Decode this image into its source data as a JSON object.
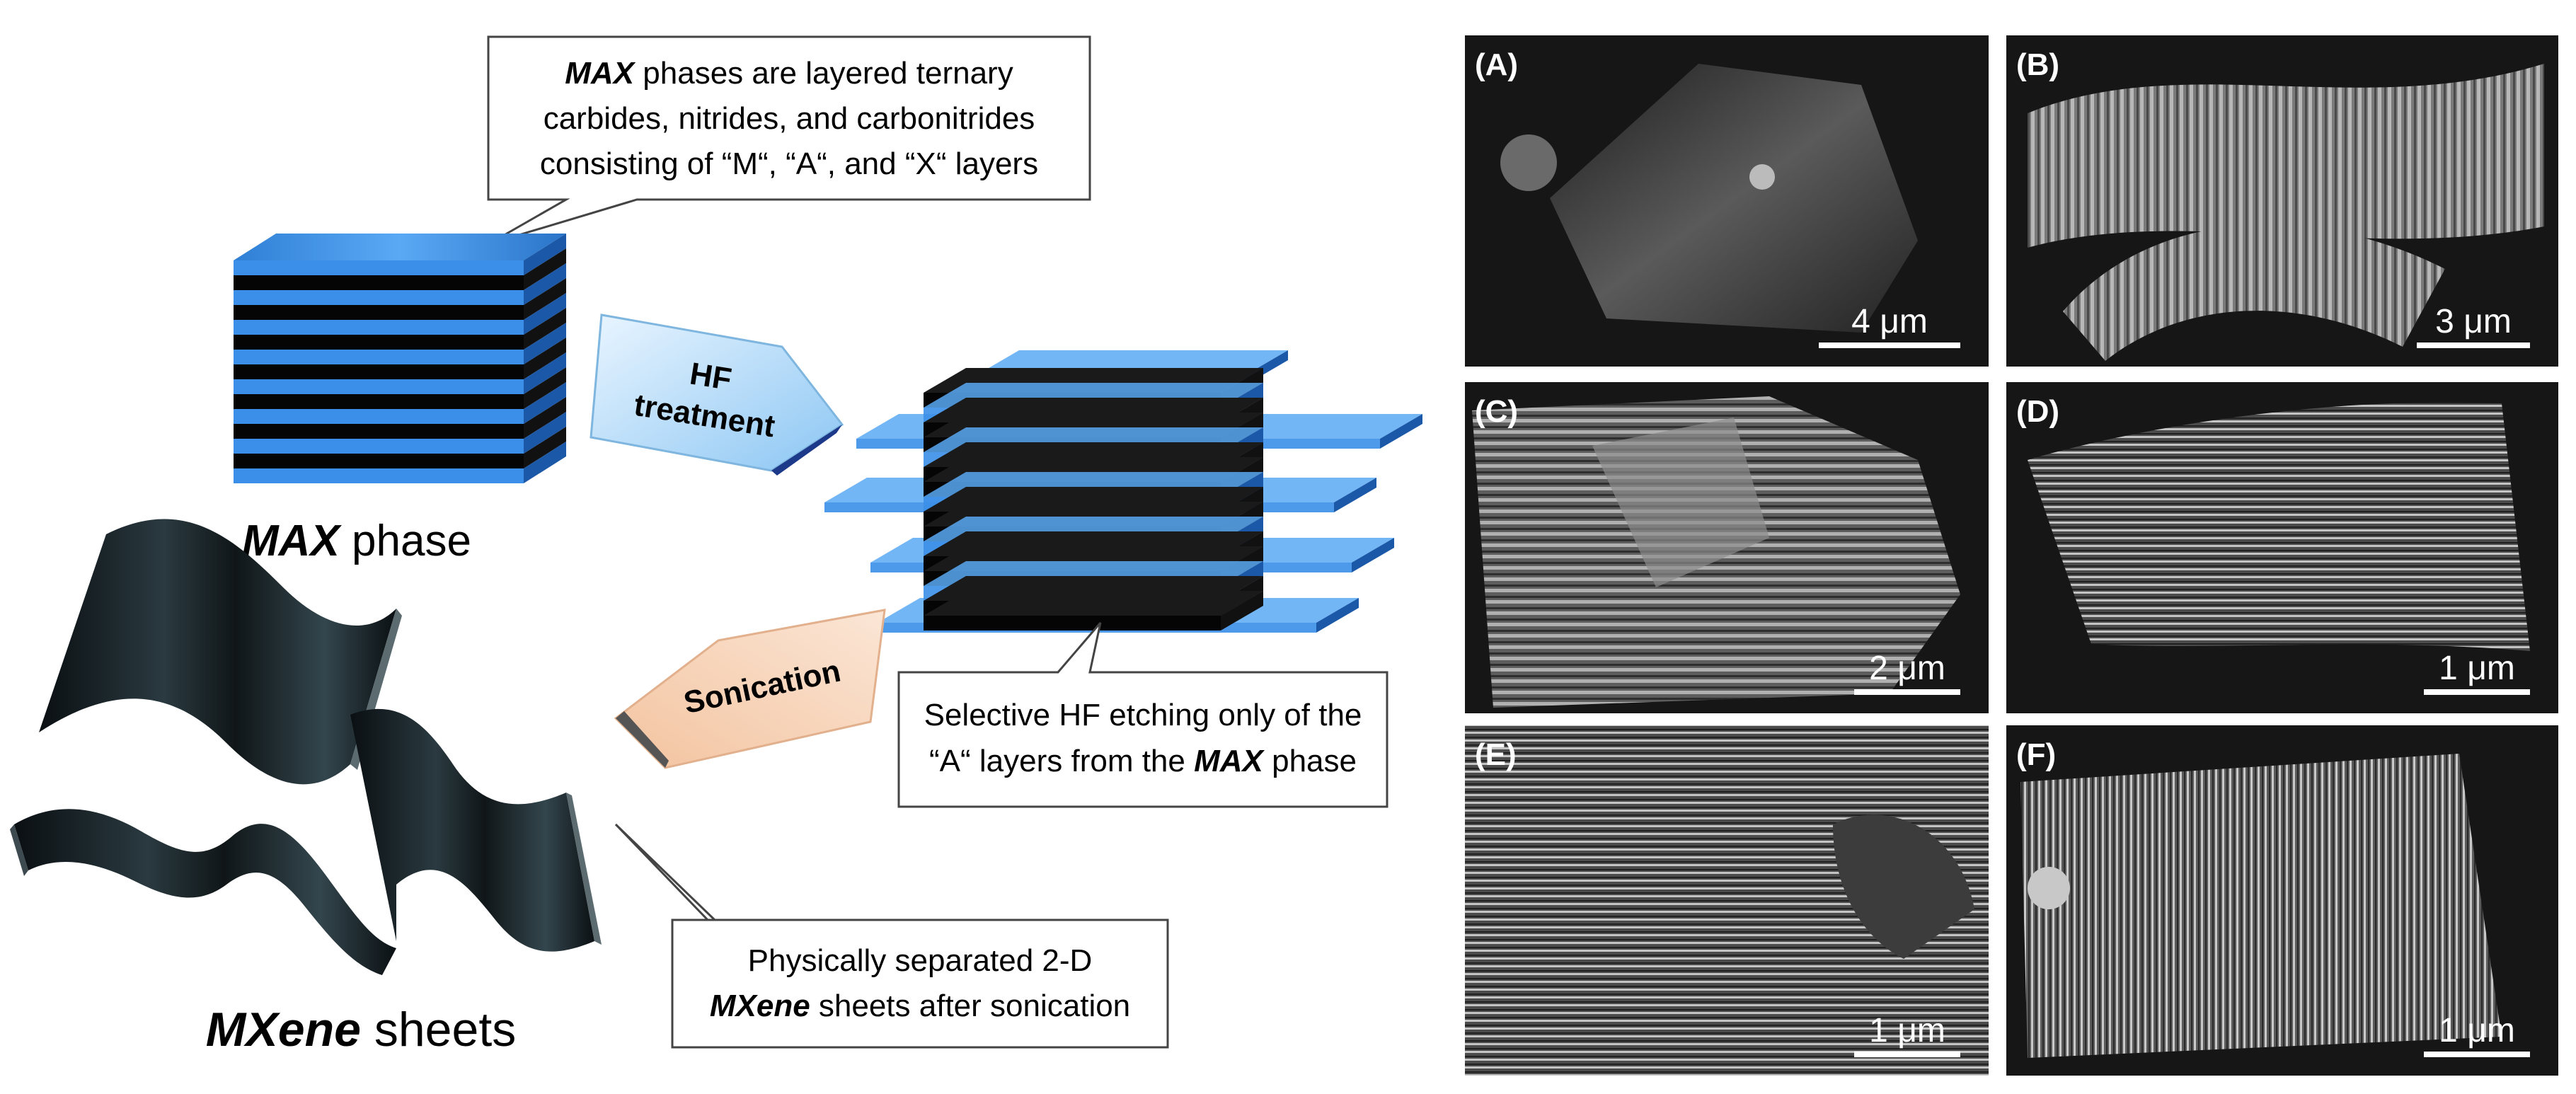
{
  "schematic": {
    "max_callout": {
      "line1_em": "MAX",
      "line1_rest": " phases are layered ternary",
      "line2": "carbides, nitrides, and carbonitrides",
      "line3": "consisting of “M“, “A“, and “X“ layers"
    },
    "max_label_em": "MAX",
    "max_label_rest": " phase",
    "hf_arrow_line1": "HF",
    "hf_arrow_line2": "treatment",
    "sonication_label": "Sonication",
    "etch_callout": {
      "line1": "Selective HF etching only of the",
      "line2_rest": "“A“ layers from the ",
      "line2_em": "MAX",
      "line2_end": " phase"
    },
    "mxene_callout": {
      "line1": "Physically separated 2-D",
      "line2_em": "MXene",
      "line2_rest": " sheets after sonication"
    },
    "mxene_label_em": "MXene",
    "mxene_label_rest": " sheets"
  },
  "micrographs": [
    {
      "label": "(A)",
      "scale": "4 μm"
    },
    {
      "label": "(B)",
      "scale": "3 μm"
    },
    {
      "label": "(C)",
      "scale": "2 μm"
    },
    {
      "label": "(D)",
      "scale": "1 μm"
    },
    {
      "label": "(E)",
      "scale": "1 μm"
    },
    {
      "label": "(F)",
      "scale": "1 μm"
    }
  ],
  "colors": {
    "layer_blue": "#3b8fe8",
    "layer_dark": "#050505",
    "hf_arrow": "#bfe0fb",
    "sonication_arrow": "#f8d6bd"
  }
}
